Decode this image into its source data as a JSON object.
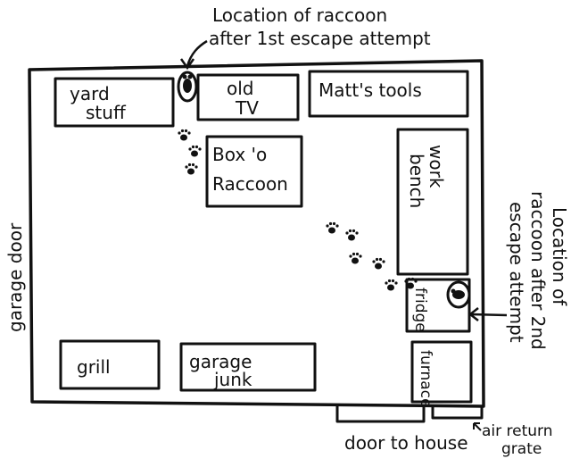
{
  "annotations": {
    "top_line1": "Location of raccoon",
    "top_line2": "after 1st escape attempt",
    "right_line1": "Location of",
    "right_line2": "raccoon after 2nd",
    "right_line3": "escape attempt",
    "garage_door": "garage door",
    "door_to_house": "door to house",
    "air_return_line1": "air return",
    "air_return_line2": "grate"
  },
  "items": {
    "yard_stuff_1": "yard",
    "yard_stuff_2": "stuff",
    "old_tv_1": "old",
    "old_tv_2": "TV",
    "matts_tools": "Matt's tools",
    "box_raccoon_1": "Box 'o",
    "box_raccoon_2": "Raccoon",
    "work_bench_1": "work",
    "work_bench_2": "bench",
    "fridge": "fridge",
    "grill": "grill",
    "garage_junk_1": "garage",
    "garage_junk_2": "junk",
    "furnace": "furnace"
  },
  "icons": {
    "raccoon_marker": "raccoon-icon",
    "paw_print": "paw-print-icon",
    "arrow": "arrow-icon"
  }
}
